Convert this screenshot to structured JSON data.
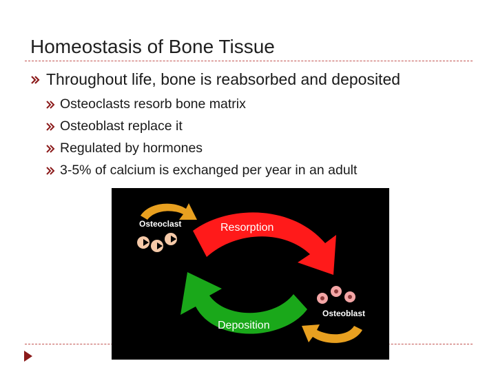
{
  "slide": {
    "title": "Homeostasis of Bone Tissue",
    "main_bullet": "Throughout life, bone is reabsorbed and deposited",
    "sub_bullets": [
      "Osteoclasts resorb bone matrix",
      "Osteoblast replace it",
      "Regulated by hormones",
      "3-5% of calcium is exchanged per year in an adult"
    ]
  },
  "figure": {
    "osteoclast_label": "Osteoclast",
    "resorption_label": "Resorption",
    "deposition_label": "Deposition",
    "osteoblast_label": "Osteoblast"
  },
  "colors": {
    "accent_rule": "#c0504d",
    "bullet": "#8b1a1a",
    "resorption_arrow": "#ff1a1a",
    "deposition_arrow": "#1aa81a",
    "cell_arrow": "#e8a020",
    "osteoclast_cell": "#f5c9a8",
    "osteoblast_cell": "#f4a6a6"
  }
}
